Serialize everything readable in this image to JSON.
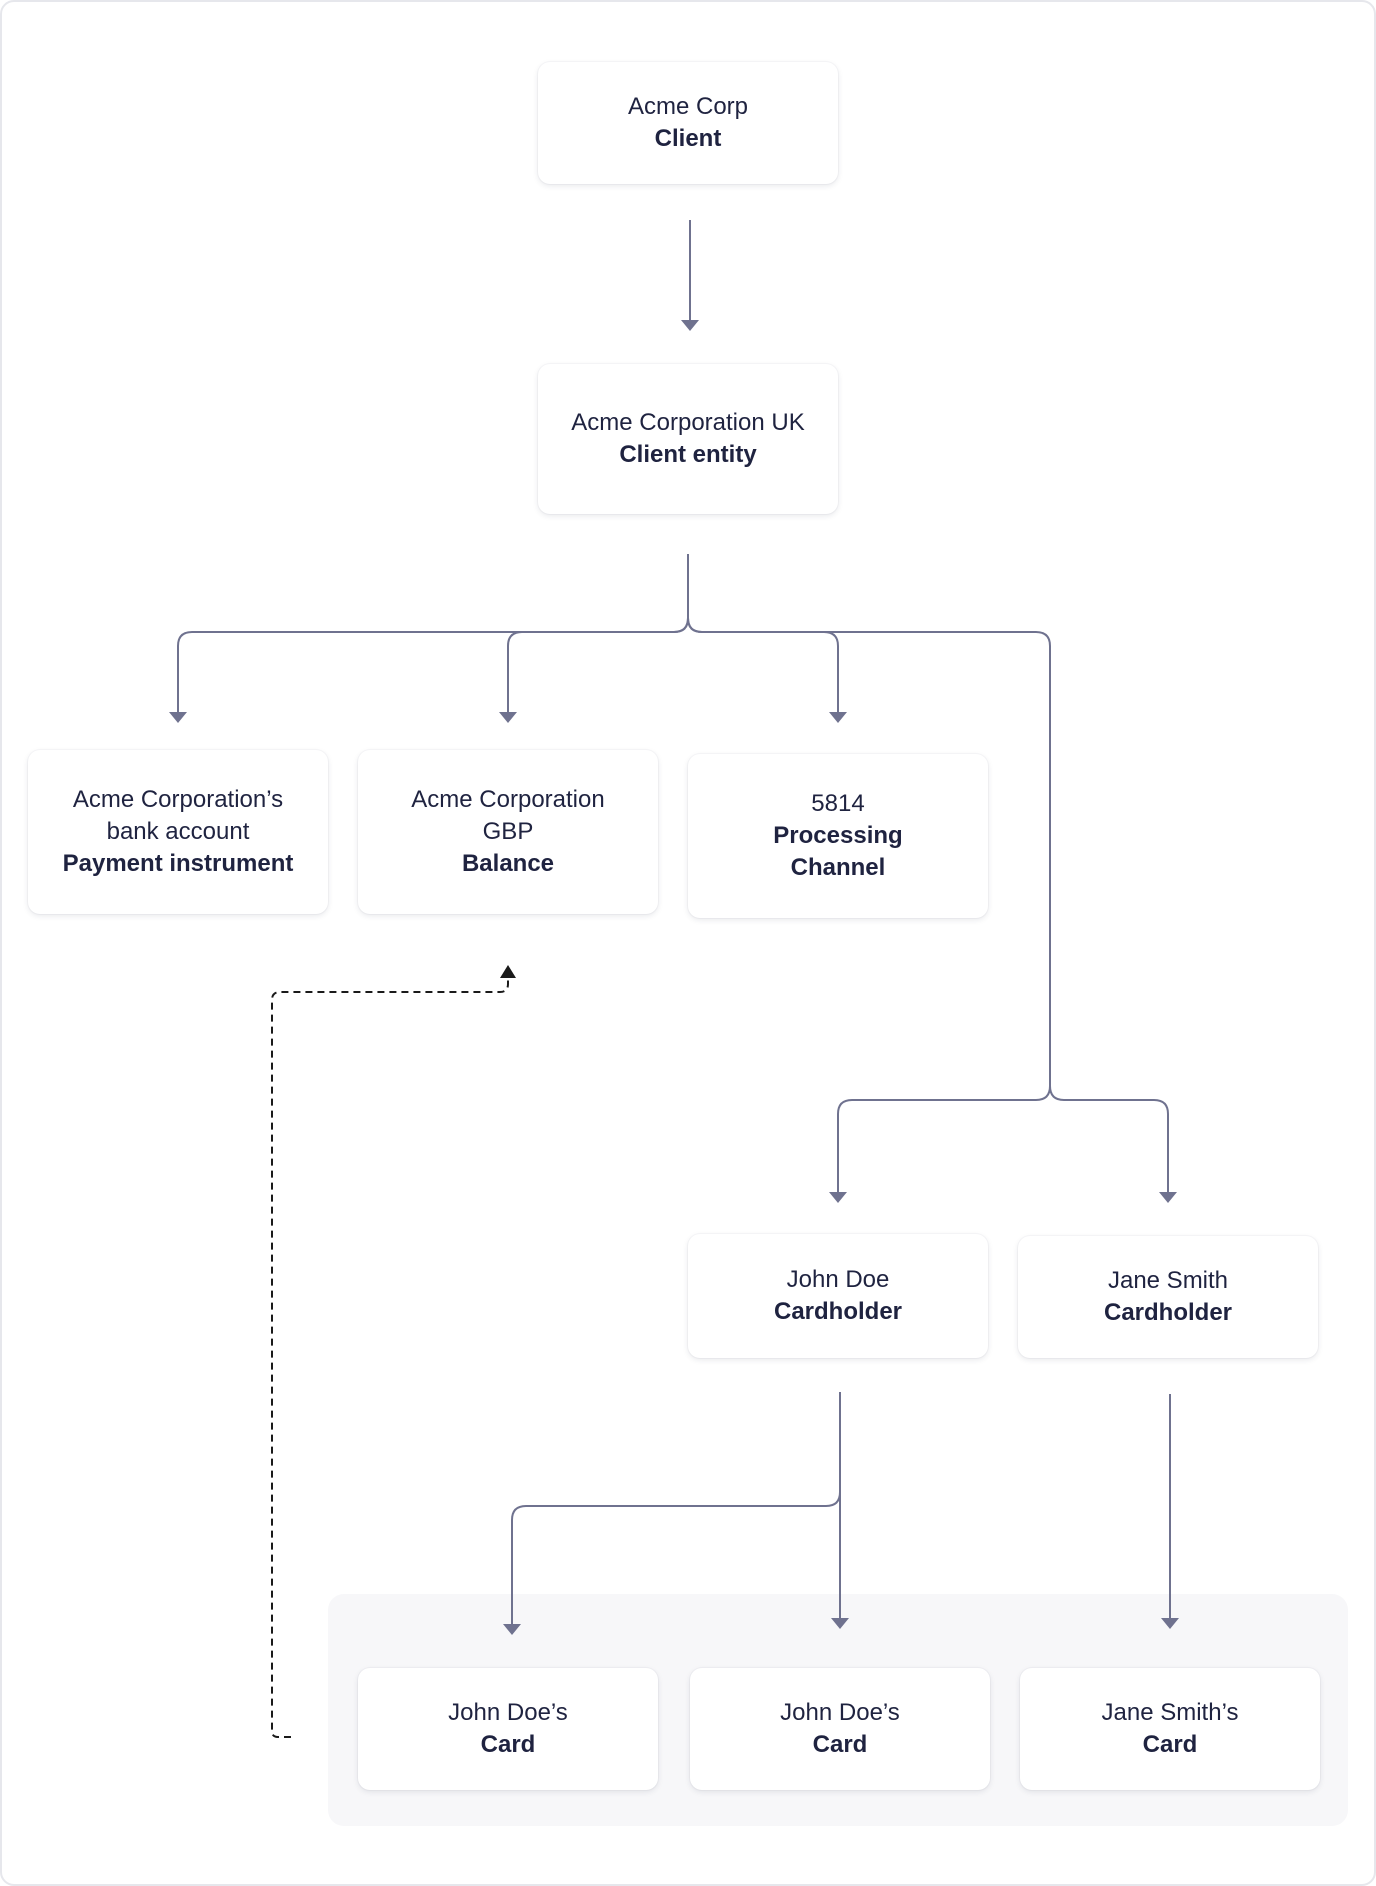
{
  "nodes": {
    "client": {
      "name": "Acme Corp",
      "role": "Client"
    },
    "client_entity": {
      "name": "Acme Corporation UK",
      "role": "Client entity"
    },
    "payment_instrument": {
      "name": "Acme Corporation’s\nbank account",
      "role": "Payment instrument"
    },
    "balance": {
      "name": "Acme Corporation\nGBP",
      "role": "Balance"
    },
    "processing_channel": {
      "name": "5814",
      "role": "Processing\nChannel"
    },
    "cardholder_john": {
      "name": "John Doe",
      "role": "Cardholder"
    },
    "cardholder_jane": {
      "name": "Jane Smith",
      "role": "Cardholder"
    },
    "card_john_1": {
      "name": "John Doe’s",
      "role": "Card"
    },
    "card_john_2": {
      "name": "John Doe’s",
      "role": "Card"
    },
    "card_jane": {
      "name": "Jane Smith’s",
      "role": "Card"
    }
  },
  "colors": {
    "connector": "#6f728f",
    "dashed_connector": "#1a1a1a",
    "text": "#1f2340",
    "group_background": "#f7f7f9"
  }
}
